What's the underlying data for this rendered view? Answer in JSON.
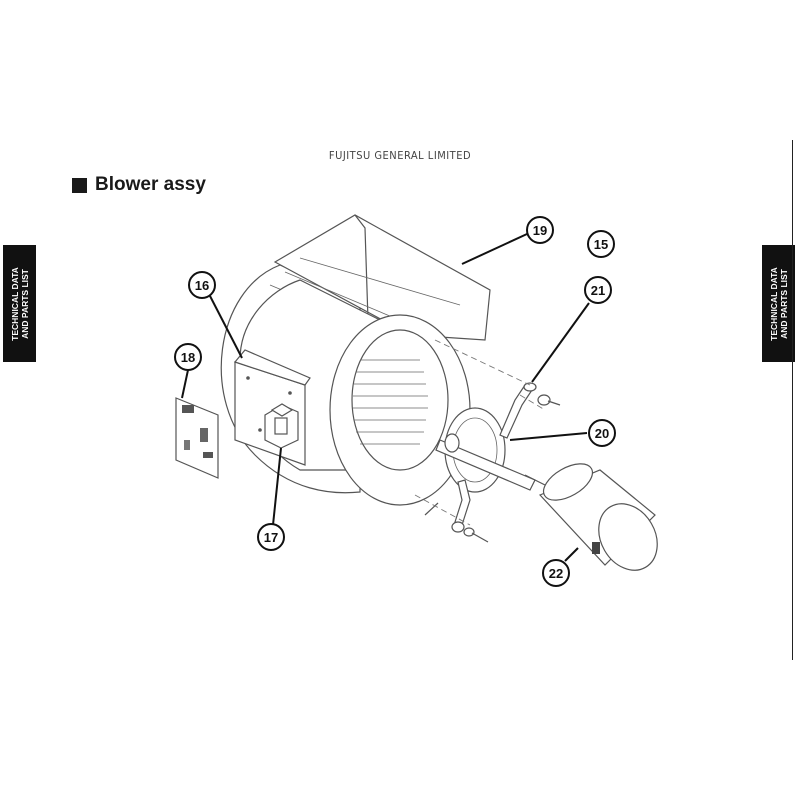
{
  "header": {
    "company": "FUJITSU GENERAL LIMITED"
  },
  "section": {
    "title": "Blower assy"
  },
  "side_tabs": {
    "left": {
      "line1": "TECHNICAL DATA",
      "line2": "AND PARTS LIST"
    },
    "right": {
      "line1": "TECHNICAL DATA",
      "line2": "AND PARTS LIST"
    }
  },
  "callouts": {
    "c15": "15",
    "c16": "16",
    "c17": "17",
    "c18": "18",
    "c19": "19",
    "c20": "20",
    "c21": "21",
    "c22": "22"
  }
}
